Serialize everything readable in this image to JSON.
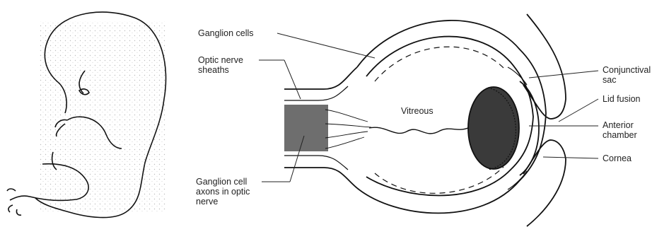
{
  "labels": {
    "ganglion_cells": "Ganglion cells",
    "optic_nerve_sheaths": "Optic nerve\nsheaths",
    "vitreous": "Vitreous",
    "ganglion_cell_axons": "Ganglion cell\naxons in optic\nnerve",
    "conjunctival_sac": "Conjunctival\nsac",
    "lid_fusion": "Lid fusion",
    "anterior_chamber": "Anterior\nchamber",
    "cornea": "Cornea"
  }
}
